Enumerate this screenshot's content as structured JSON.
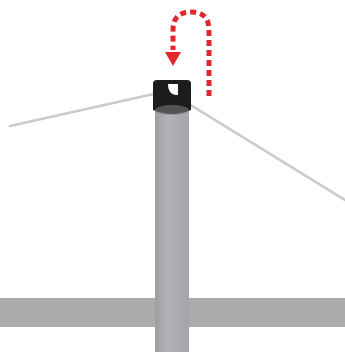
{
  "diagram": {
    "colors": {
      "background": "#ffffff",
      "pole": "#a9abad",
      "pole_edge": "#c2c4c6",
      "pole_shadow": "#8e9092",
      "crossbar": "#a9abad",
      "cap": "#1c1c1c",
      "cap_highlight": "#3a3a3a",
      "wire": "#c9cacb",
      "arrow": "#e2262b"
    },
    "elements": {
      "pole": "vertical-pole",
      "crossbar": "horizontal-crossbar",
      "cap": "pole-top-cap",
      "left_wire": "left-guy-wire",
      "right_wire": "right-guy-wire",
      "arrow": "lift-and-place-arrow"
    }
  }
}
